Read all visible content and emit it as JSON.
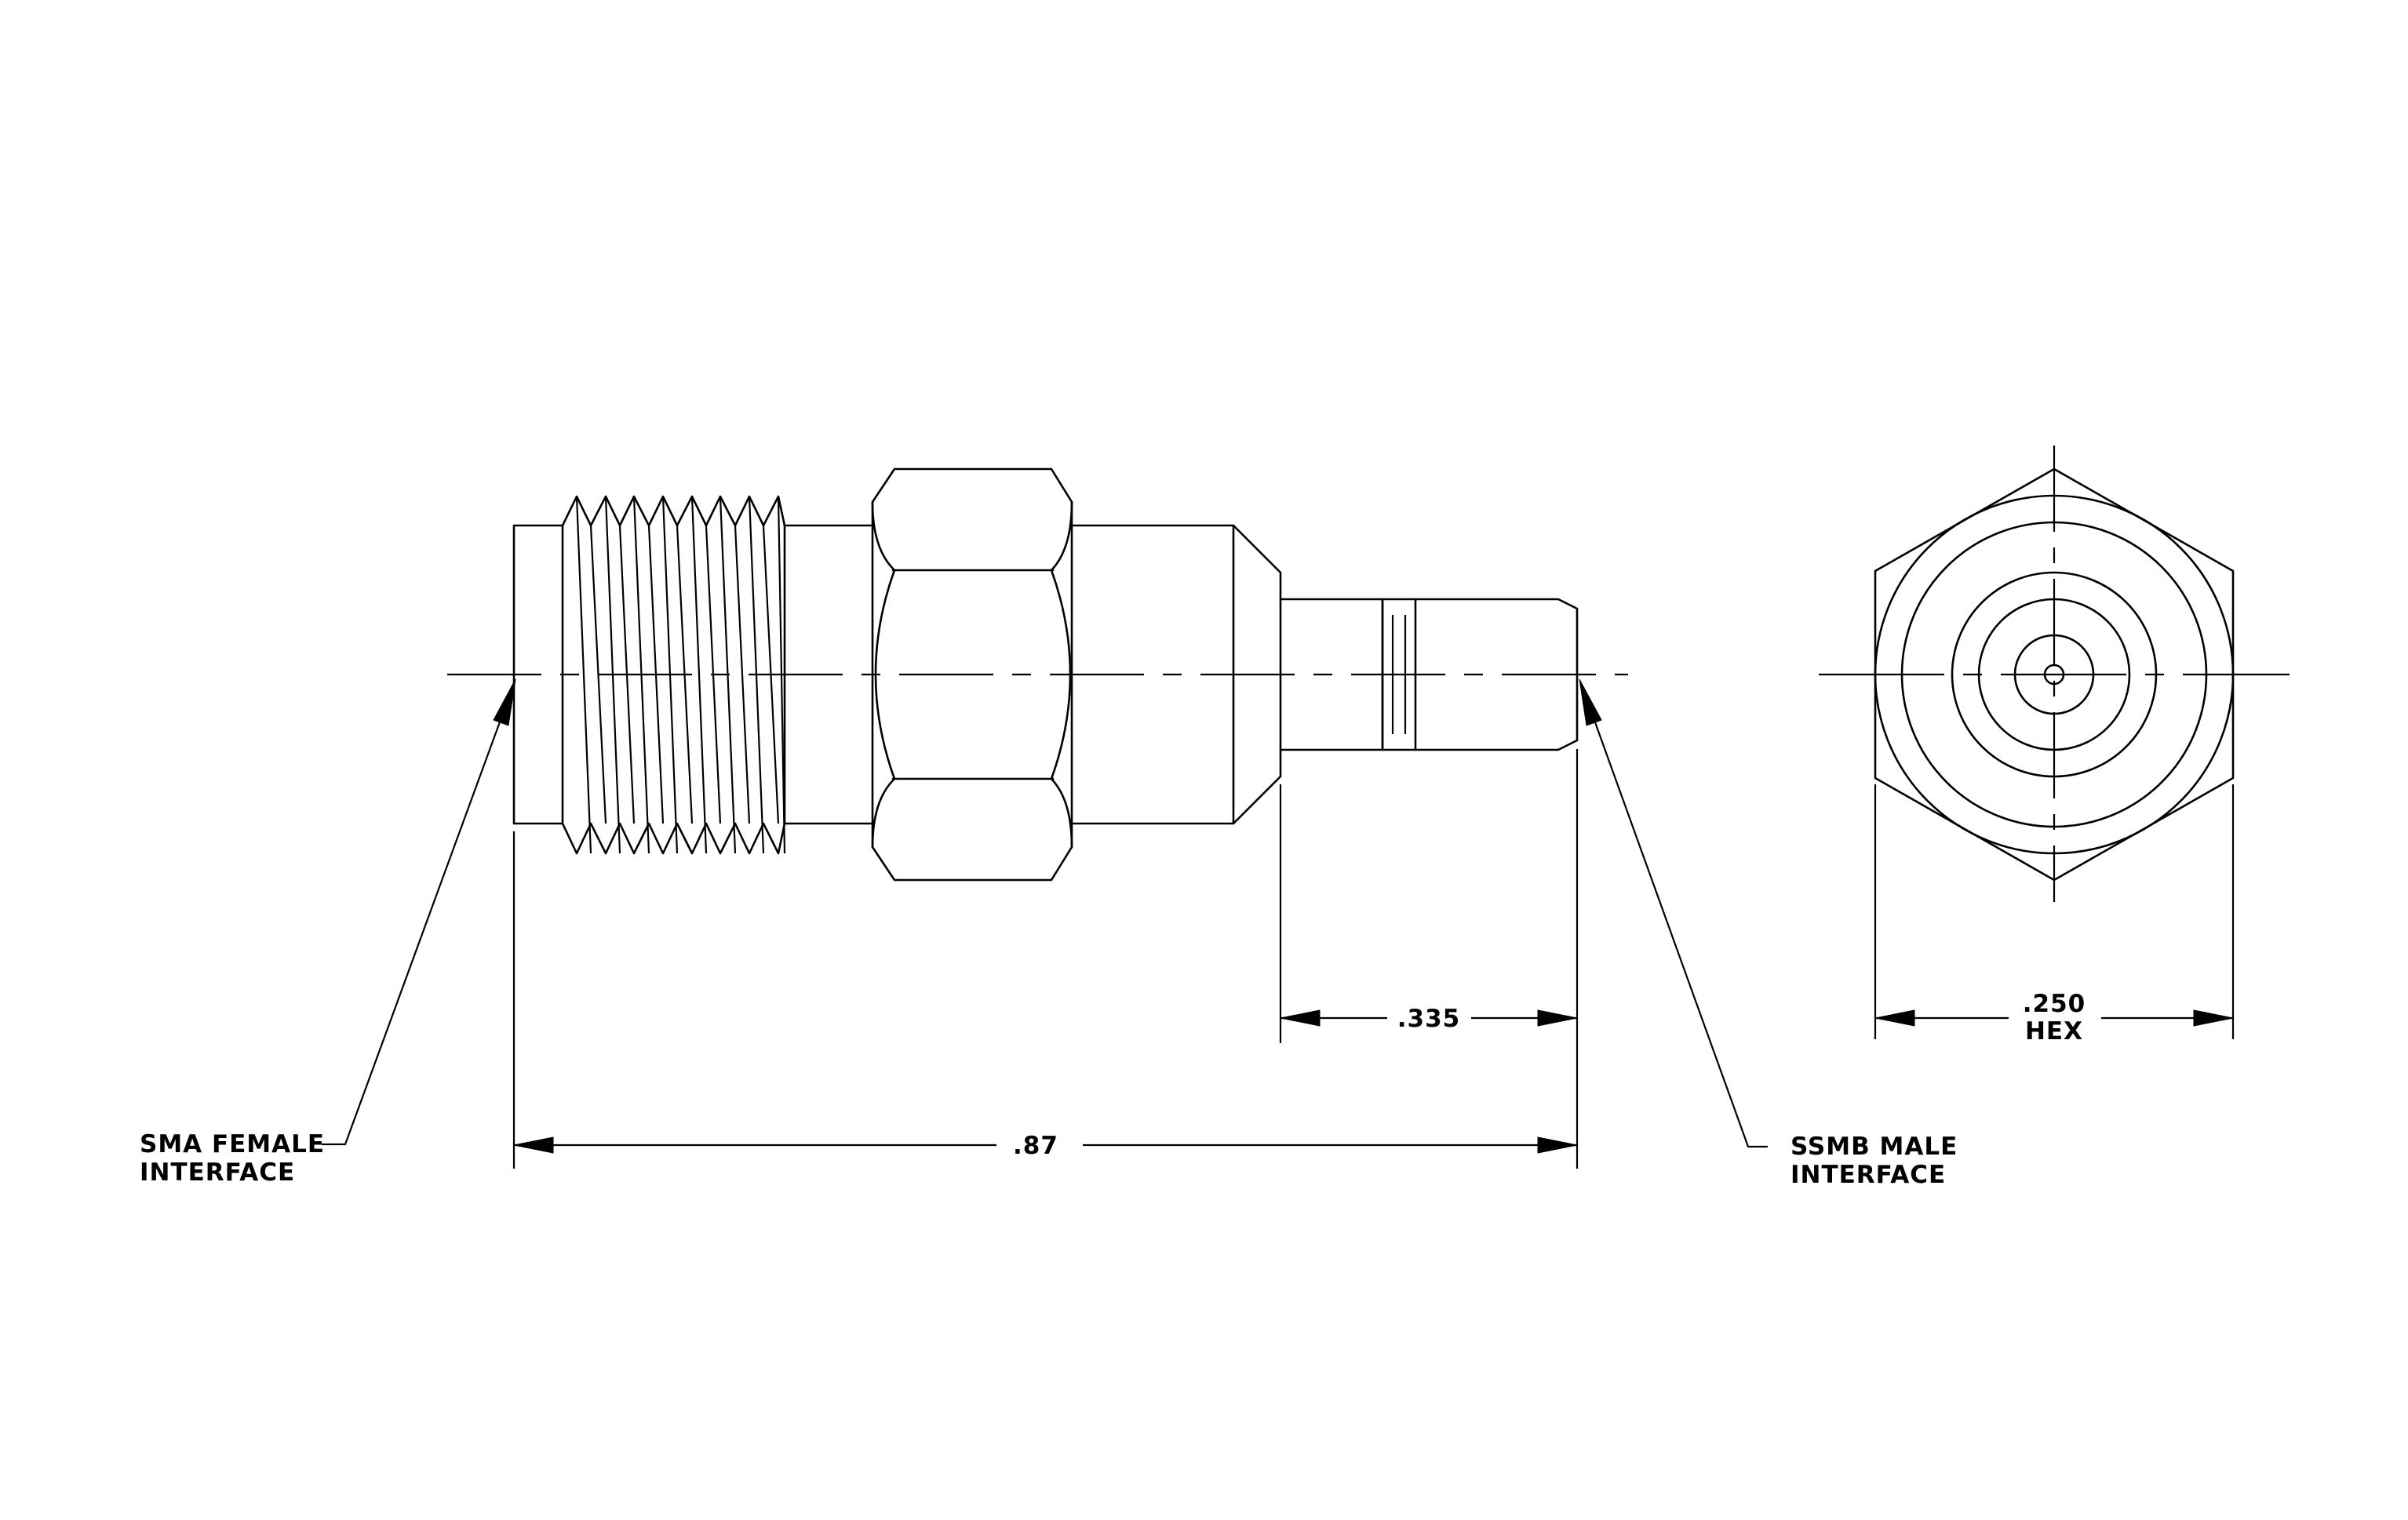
{
  "labels": {
    "sma": [
      "SMA FEMALE",
      "INTERFACE"
    ],
    "ssmb": [
      "SSMB MALE",
      "INTERFACE"
    ]
  },
  "dimensions": {
    "overall": ".87",
    "tip": ".335",
    "hex_value": ".250",
    "hex_unit": "HEX"
  }
}
